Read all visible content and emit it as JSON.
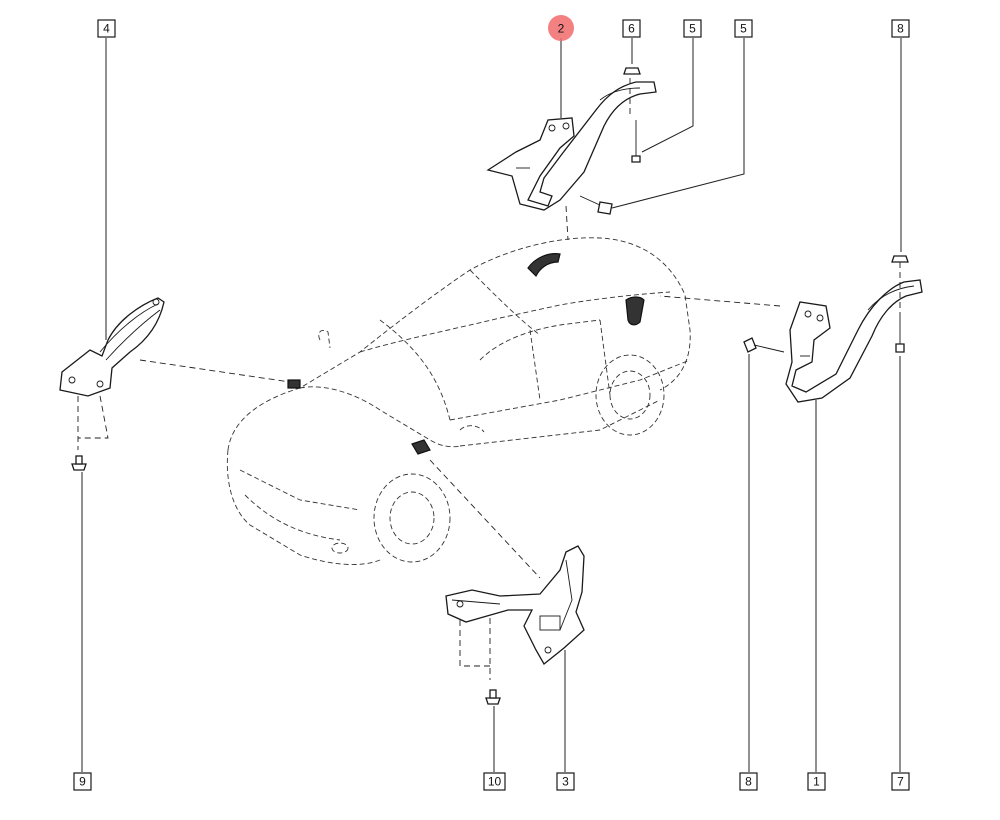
{
  "callouts": [
    {
      "id": "c4",
      "label": "4"
    },
    {
      "id": "c2",
      "label": "2",
      "highlighted": true
    },
    {
      "id": "c6",
      "label": "6"
    },
    {
      "id": "c5a",
      "label": "5"
    },
    {
      "id": "c5b",
      "label": "5"
    },
    {
      "id": "c8a",
      "label": "8"
    },
    {
      "id": "c9",
      "label": "9"
    },
    {
      "id": "c10",
      "label": "10"
    },
    {
      "id": "c3",
      "label": "3"
    },
    {
      "id": "c8b",
      "label": "8"
    },
    {
      "id": "c1",
      "label": "1"
    },
    {
      "id": "c7",
      "label": "7"
    }
  ],
  "colors": {
    "highlight": "#f26b6b",
    "line": "#1a1a1a",
    "background": "#ffffff"
  }
}
